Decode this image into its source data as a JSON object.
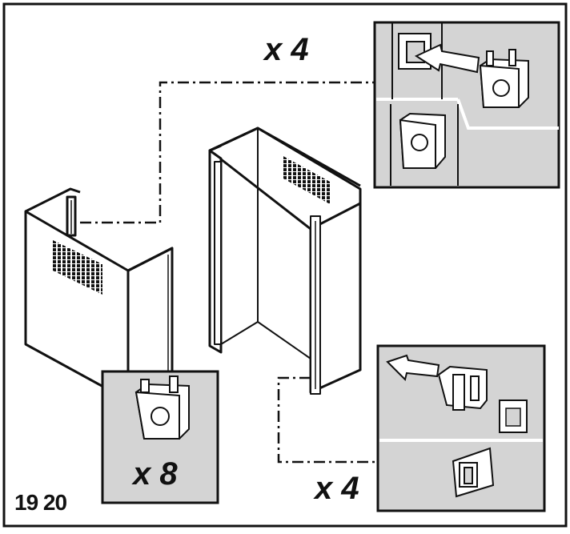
{
  "labels": {
    "qty_top": "x 4",
    "qty_left": "x 8",
    "qty_bottom": "x 4",
    "figure_numbers": "19 20"
  },
  "colors": {
    "line": "#111111",
    "panel_fill": "#d4d4d4",
    "background": "#ffffff"
  },
  "icons": [
    "cage-nut-icon",
    "insertion-arrow-icon",
    "slot-icon",
    "chimney-cover-lower",
    "chimney-cover-upper"
  ]
}
